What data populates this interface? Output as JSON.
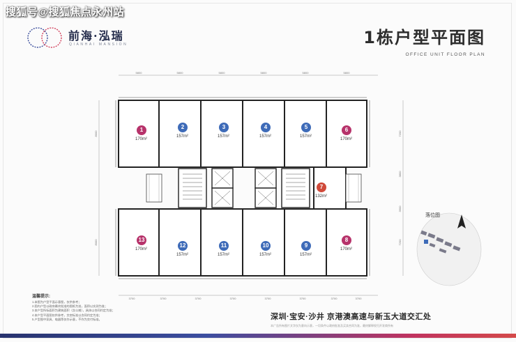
{
  "watermark": {
    "text": "搜狐号@搜狐焦点永州站"
  },
  "logo": {
    "name": "前海·泓瑞",
    "sub": "QIANHAI MANSION"
  },
  "title": {
    "main": "1栋户型平面图",
    "en": "OFFICE UNIT FLOOR PLAN"
  },
  "units": [
    {
      "num": "1",
      "area": "170m²",
      "color": "pink"
    },
    {
      "num": "2",
      "area": "157m²",
      "color": "blue"
    },
    {
      "num": "3",
      "area": "157m²",
      "color": "blue"
    },
    {
      "num": "4",
      "area": "157m²",
      "color": "blue"
    },
    {
      "num": "5",
      "area": "157m²",
      "color": "blue"
    },
    {
      "num": "6",
      "area": "170m²",
      "color": "pink"
    },
    {
      "num": "7",
      "area": "132m²",
      "color": "red"
    },
    {
      "num": "8",
      "area": "170m²",
      "color": "pink"
    },
    {
      "num": "9",
      "area": "157m²",
      "color": "blue"
    },
    {
      "num": "10",
      "area": "157m²",
      "color": "blue"
    },
    {
      "num": "11",
      "area": "157m²",
      "color": "blue"
    },
    {
      "num": "12",
      "area": "157m²",
      "color": "blue"
    },
    {
      "num": "13",
      "area": "170m²",
      "color": "pink"
    }
  ],
  "dimensions": {
    "top": [
      "5800",
      "5800",
      "5800",
      "5800",
      "5800",
      "5800"
    ],
    "bottom": [
      "3700",
      "3700",
      "3700",
      "3700",
      "3700",
      "3700",
      "3700",
      "3700"
    ],
    "left": [
      "8000",
      "8000"
    ],
    "right": [
      "7200",
      "3800",
      "3900",
      "7200"
    ]
  },
  "location_map": {
    "label": "落位图"
  },
  "notes": {
    "title": "温馨提示:",
    "lines": [
      "1.本图为户型平面示意图，仅供参考；",
      "2.图内户型以政府最终批准的图纸为准，面积以实测为准；",
      "3.本户型所标面积为建筑面积（含公摊），具体以合同约定为准；",
      "4.本户型平面图仅供参考，交房标准以合同约定为准；",
      "5.户型图中家具、电器等仅作示意，不作为交付标准。"
    ]
  },
  "slogan": "深圳·宝安·沙井 京港澳高速与新玉大道交汇处",
  "disclaimer": "本广告所有图片文字仅为意向示意，一切条件以政府批准及买卖合同为准，最终解释权归开发商所有"
}
